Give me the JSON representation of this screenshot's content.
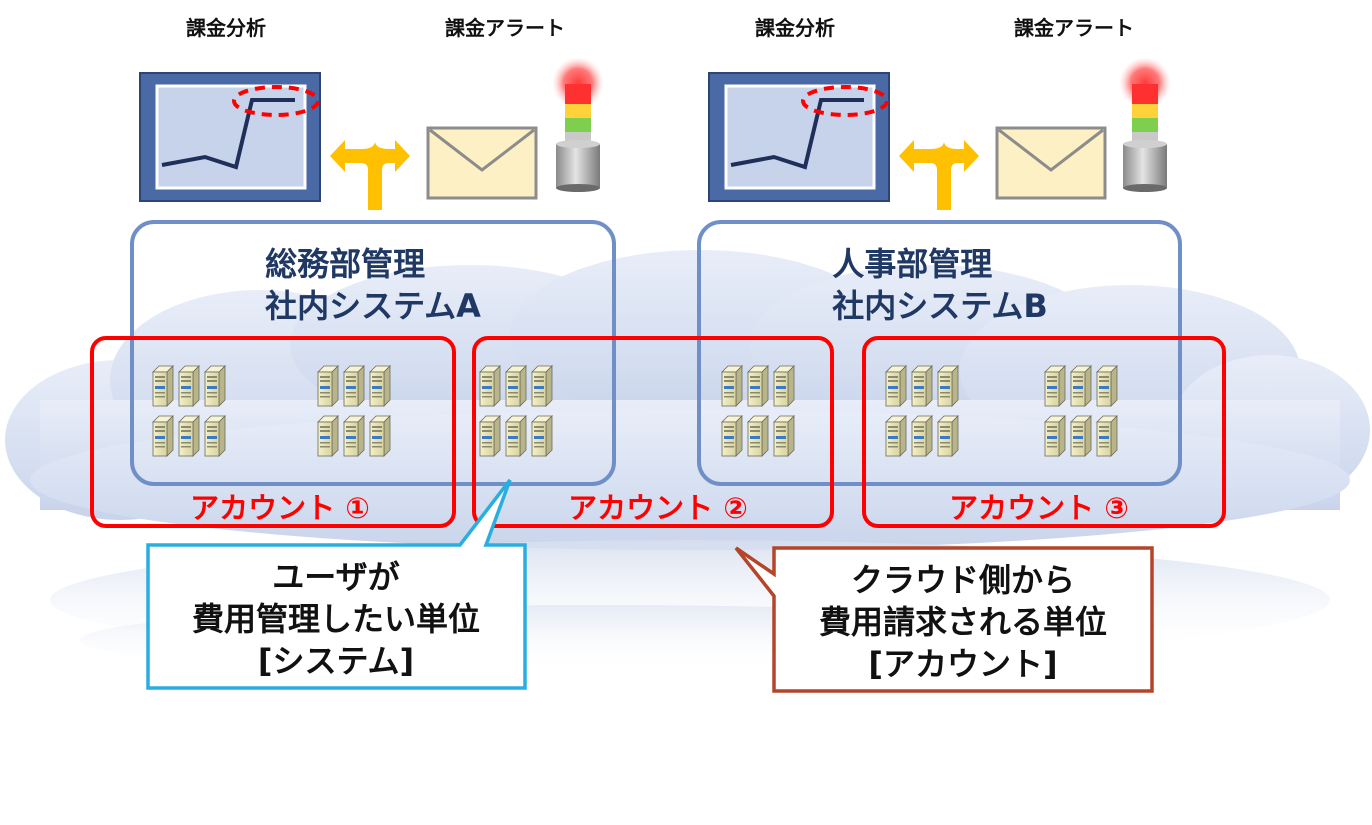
{
  "top_labels": {
    "left_analysis": "課金分析",
    "left_alert": "課金アラート",
    "right_analysis": "課金分析",
    "right_alert": "課金アラート"
  },
  "systems": [
    {
      "line1": "総務部管理",
      "line2": "社内システムA"
    },
    {
      "line1": "人事部管理",
      "line2": "社内システムB"
    }
  ],
  "accounts": [
    {
      "label": "アカウント ①"
    },
    {
      "label": "アカウント ②"
    },
    {
      "label": "アカウント ③"
    }
  ],
  "callouts": {
    "user": {
      "line1": "ユーザが",
      "line2": "費用管理したい単位",
      "line3": "[システム]"
    },
    "cloud": {
      "line1": "クラウド側から",
      "line2": "費用請求される単位",
      "line3": "[アカウント]"
    }
  },
  "colors": {
    "system_border": "#6f8fc6",
    "account_border": "#ff0000",
    "system_title": "#1f3864",
    "callout_user_border": "#29aee0",
    "callout_cloud_border": "#b5452a",
    "cloud_fill": "#dbe3f3",
    "arrow": "#ffc000"
  },
  "icons": [
    "chart-window-icon",
    "fork-arrow-icon",
    "envelope-icon",
    "warning-light-icon",
    "server-icon",
    "cloud-icon"
  ]
}
